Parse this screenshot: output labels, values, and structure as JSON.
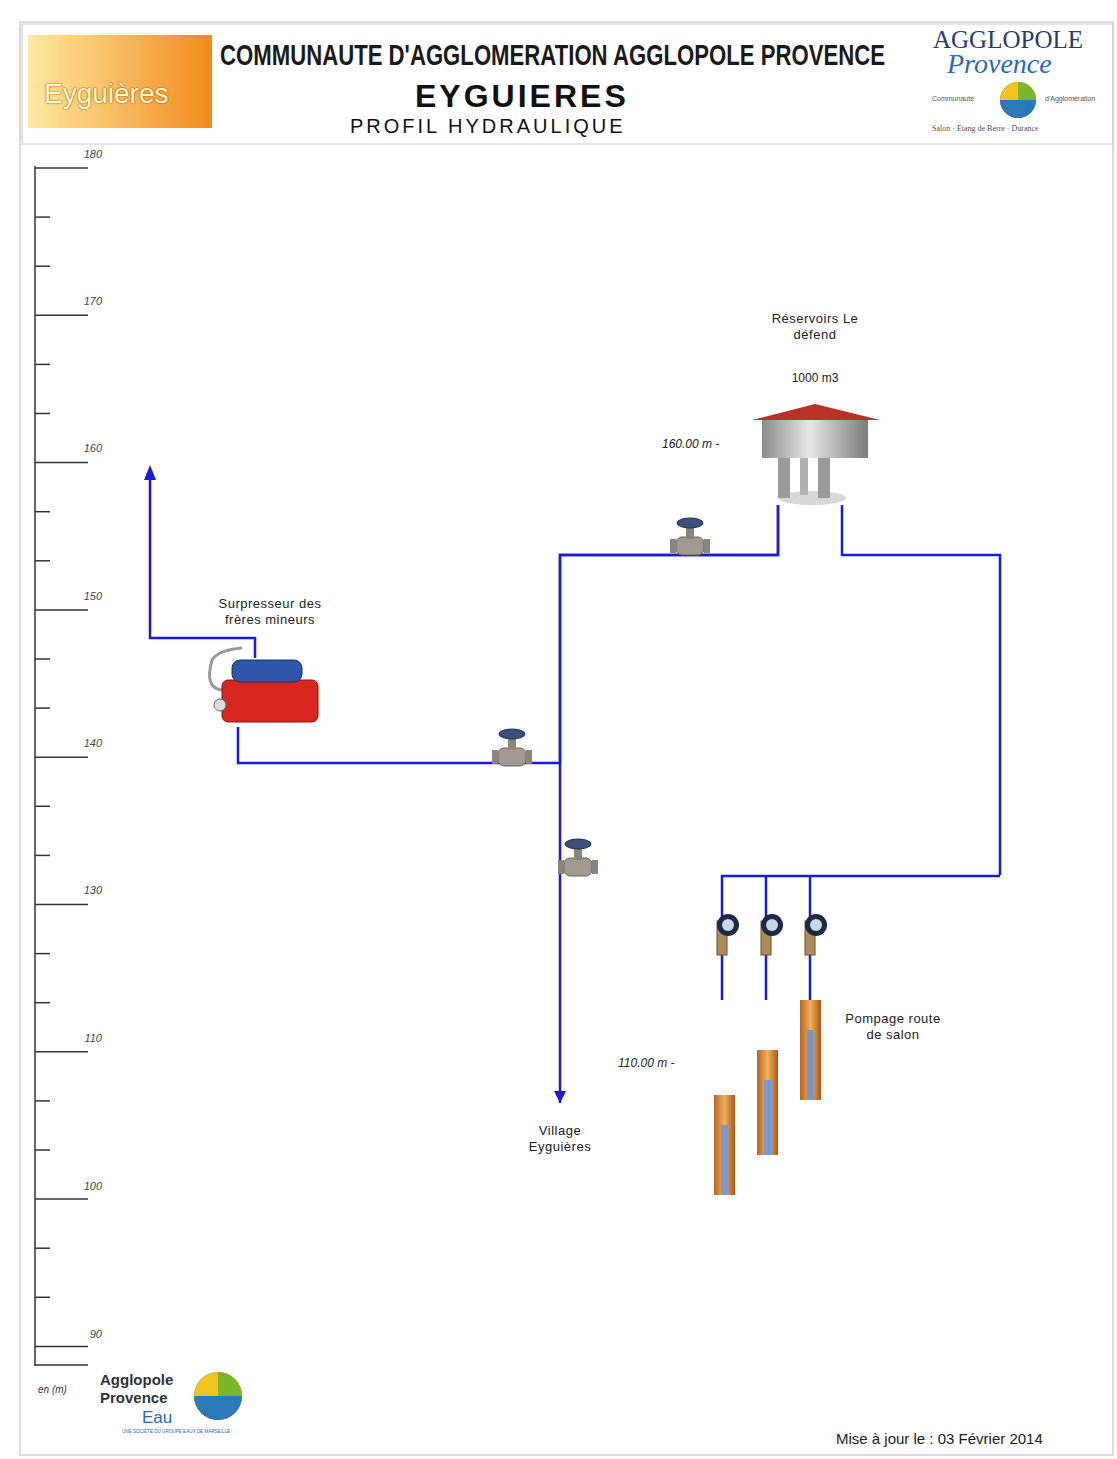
{
  "diagram": {
    "title": "COMMUNAUTE D'AGGLOMERATION AGGLOPOLE PROVENCE",
    "nodes": [
      {
        "text": [
          "Réservoirs Le défend",
          "1000 m3"
        ]
      },
      {
        "text": [
          "Surpresseur des frères mineurs"
        ]
      },
      {
        "text": [
          "Pompage route de salon"
        ]
      },
      {
        "text": [
          "Village Eyguières"
        ]
      }
    ],
    "edges": [
      {
        "from": 0,
        "to": 1,
        "arrow": "none"
      },
      {
        "from": 0,
        "to": 3,
        "arrow": "to"
      },
      {
        "from": 2,
        "to": 0,
        "arrow": "none"
      }
    ],
    "labels": [
      "EYGUIERES",
      "PROFIL HYDRAULIQUE",
      "Eyguières",
      "AGGLOPOLE",
      "Provence",
      "Communauté",
      "d'Agglomération",
      "Salon · Etang de Berre · Durance",
      "180",
      "170",
      "160",
      "150",
      "140",
      "130",
      "110",
      "100",
      "90",
      "en (m)",
      "160.00 m -",
      "110.00 m -",
      "Agglopole",
      "Provence",
      "Eau",
      "UNE SOCIÉTÉ DU GROUPE EAUX DE MARSEILLE",
      "Mise à jour le : 03 Février 2014"
    ]
  }
}
